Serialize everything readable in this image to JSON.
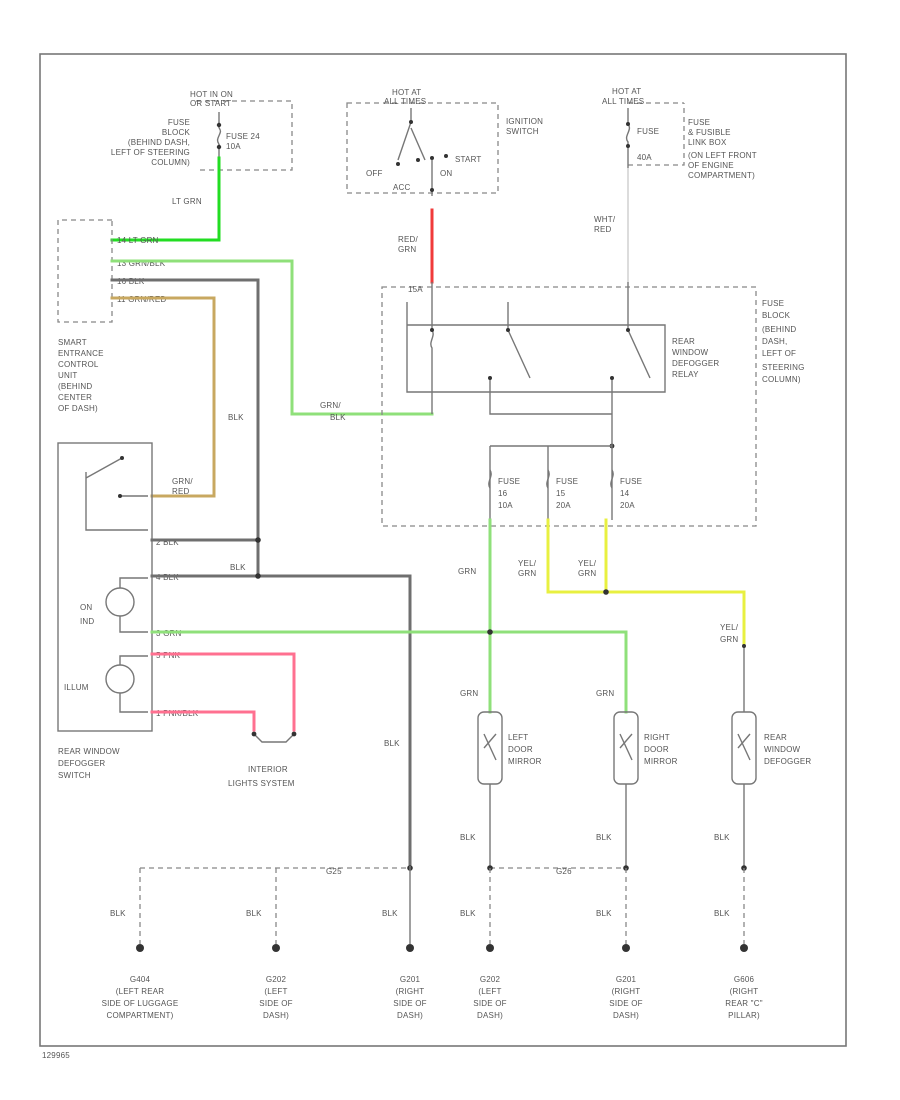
{
  "colors": {
    "green": "#22dd22",
    "lime": "#8fe07a",
    "red": "#f03a3a",
    "pink": "#ff7090",
    "yellow": "#e8f040",
    "tan": "#c8a860",
    "black_wire": "#555555"
  },
  "power": {
    "hot_run_label": [
      "HOT IN ON",
      "OR START"
    ],
    "fuse_block_label": [
      "FUSE",
      "BLOCK",
      "(BEHIND DASH,",
      "LEFT OF STEERING",
      "COLUMN)"
    ],
    "fuse24": [
      "FUSE 24",
      "10A"
    ],
    "wire_ltgrn": "LT GRN",
    "hot_all_label": [
      "HOT AT",
      "ALL TIMES"
    ],
    "ignition_switch_label": [
      "IGNITION",
      "SWITCH"
    ],
    "ign_off": "OFF",
    "ign_on": "ON",
    "ign_start": "START",
    "ign_acc": "ACC",
    "wire_red_grn": [
      "RED/",
      "GRN"
    ],
    "hot_all_label_2": [
      "HOT AT",
      "ALL TIMES"
    ],
    "fusible_link_label": [
      "FUSE",
      "& FUSIBLE",
      "LINK BOX",
      "(ON LEFT FRONT",
      "OF ENGINE",
      "COMPARTMENT)"
    ],
    "fuse_link": [
      "FUSE",
      "40A"
    ],
    "wire_wht_red": [
      "WHT/",
      "RED"
    ]
  },
  "smart_entrance": {
    "label": [
      "SMART",
      "ENTRANCE",
      "CONTROL",
      "UNIT",
      "(BEHIND",
      "CENTER",
      "OF DASH)"
    ],
    "pins": [
      "14 LT GRN",
      "13 GRN/BLK",
      "16 BLK",
      "11 GRN/RED"
    ]
  },
  "relay": {
    "label": [
      "FUSE",
      "BLOCK",
      "(BEHIND",
      "DASH,",
      "LEFT OF",
      "STEERING",
      "COLUMN)"
    ],
    "relay_label": [
      "REAR",
      "WINDOW",
      "DEFOGGER",
      "RELAY"
    ],
    "wire_grn_blk": [
      "GRN/",
      "BLK"
    ],
    "fuses": [
      {
        "name": "FUSE",
        "num": "16",
        "amp": "10A"
      },
      {
        "name": "FUSE",
        "num": "15",
        "amp": "20A"
      },
      {
        "name": "FUSE",
        "num": "14",
        "amp": "20A"
      }
    ]
  },
  "switch": {
    "label": [
      "REAR WINDOW",
      "DEFOGGER",
      "SWITCH"
    ],
    "wire_grn_red": [
      "GRN/",
      "RED"
    ],
    "pins": [
      "2 BLK",
      "4 BLK",
      "3 GRN",
      "5 PNK",
      "1 PNK/BLK"
    ],
    "on_ind": [
      "ON",
      "IND"
    ],
    "illum": "ILLUM",
    "wire_blk": "BLK",
    "wire_blk_2": "BLK"
  },
  "loads": {
    "interior_label": [
      "INTERIOR",
      "LIGHTS SYSTEM"
    ],
    "wire_grn": "GRN",
    "wire_yel_grn_a": [
      "YEL/",
      "GRN"
    ],
    "wire_yel_grn_b": [
      "YEL/",
      "GRN"
    ],
    "wire_yel_grn_c": [
      "YEL/",
      "GRN"
    ],
    "left_mirror": [
      "LEFT",
      "DOOR",
      "MIRROR"
    ],
    "right_mirror": [
      "RIGHT",
      "DOOR",
      "MIRROR"
    ],
    "rear_defogger": [
      "REAR",
      "WINDOW",
      "DEFOGGER"
    ],
    "wire_grn_l": "GRN",
    "wire_grn_r": "GRN"
  },
  "grounds": {
    "splice_a": "G25",
    "splice_b": "G26",
    "wire_blk": "BLK",
    "items": [
      [
        "G404",
        "(LEFT REAR",
        "SIDE OF LUGGAGE",
        "COMPARTMENT)"
      ],
      [
        "G202",
        "(LEFT",
        "SIDE OF",
        "DASH)"
      ],
      [
        "G201",
        "(RIGHT",
        "SIDE OF",
        "DASH)"
      ],
      [
        "G202",
        "(LEFT",
        "SIDE OF",
        "DASH)"
      ],
      [
        "G201",
        "(RIGHT",
        "SIDE OF",
        "DASH)"
      ],
      [
        "G606",
        "(RIGHT",
        "REAR \"C\"",
        "PILLAR)"
      ]
    ]
  },
  "footer": {
    "code": "129965"
  }
}
